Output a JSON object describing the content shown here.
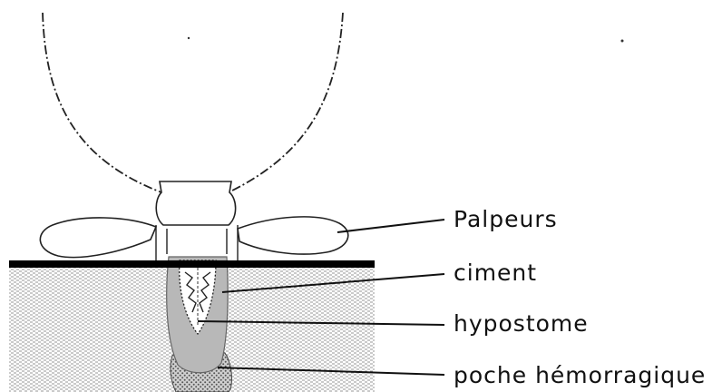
{
  "labels": {
    "palpeurs": "Palpeurs",
    "ciment": "ciment",
    "hypostome": "hypostome",
    "poche": "poche hémorragique"
  },
  "colors": {
    "ink": "#111111",
    "skin_hatch": "#8a8a8a",
    "cement": "#b8b8b8",
    "pocket_hatch": "#5a5a5a",
    "surface": "#000000"
  }
}
